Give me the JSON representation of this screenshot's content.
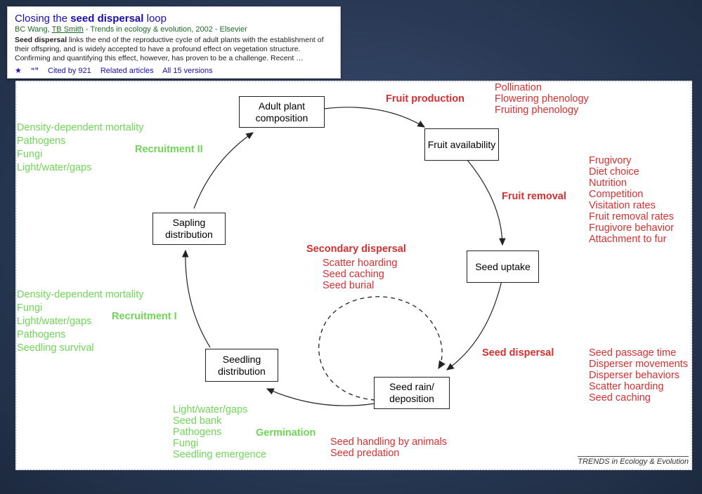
{
  "result": {
    "title_pre": "Closing the ",
    "title_bold": "seed dispersal",
    "title_post": " loop",
    "authors_pre": "BC Wang, ",
    "author_link": "TB Smith",
    "authors_post": " - Trends in ecology & evolution, 2002 - Elsevier",
    "snippet_bold": "Seed dispersal",
    "snippet_rest": " links the end of the reproductive cycle of adult plants with the establishment of their offspring, and is widely accepted to have a profound effect on vegetation structure. Confirming and quantifying this effect, however, has proven to be a challenge. Recent …",
    "cite_icon": "quote-icon",
    "cited_by": "Cited by 921",
    "related": "Related articles",
    "versions": "All 15 versions"
  },
  "diagram": {
    "boxes": {
      "adult": "Adult plant composition",
      "fruit": "Fruit availability",
      "seed_uptake": "Seed uptake",
      "seed_rain": "Seed rain/ deposition",
      "seedling": "Seedling distribution",
      "sapling": "Sapling distribution"
    },
    "fruit_production": {
      "heading": "Fruit production",
      "items": [
        "Pollination",
        "Flowering phenology",
        "Fruiting phenology"
      ]
    },
    "fruit_removal": {
      "heading": "Fruit removal",
      "items": [
        "Frugivory",
        "Diet choice",
        "Nutrition",
        "Competition",
        "Visitation rates",
        "Fruit removal rates",
        "Frugivore behavior",
        "Attachment to fur"
      ]
    },
    "secondary_dispersal": {
      "heading": "Secondary dispersal",
      "items": [
        "Scatter hoarding",
        "Seed caching",
        "Seed burial"
      ]
    },
    "seed_dispersal": {
      "heading": "Seed dispersal",
      "items": [
        "Seed passage time",
        "Disperser movements",
        "Disperser behaviors",
        "Scatter hoarding",
        "Seed caching"
      ]
    },
    "seed_handling": {
      "items": [
        "Seed handling by animals",
        "Seed predation"
      ]
    },
    "germination": {
      "heading": "Germination",
      "items": [
        "Light/water/gaps",
        "Seed bank",
        "Pathogens",
        "Fungi",
        "Seedling emergence"
      ]
    },
    "recruitment_1": {
      "heading": "Recruitment I",
      "items": [
        "Density-dependent mortality",
        "Fungi",
        "Light/water/gaps",
        "Pathogens",
        "Seedling survival"
      ]
    },
    "recruitment_2": {
      "heading": "Recruitment II",
      "items": [
        "Density-dependent mortality",
        "Pathogens",
        "Fungi",
        "Light/water/gaps"
      ]
    },
    "credit": "TRENDS in Ecology & Evolution"
  },
  "colors": {
    "green": "#6fd657",
    "red": "#d43030",
    "link": "#1a0dab"
  }
}
